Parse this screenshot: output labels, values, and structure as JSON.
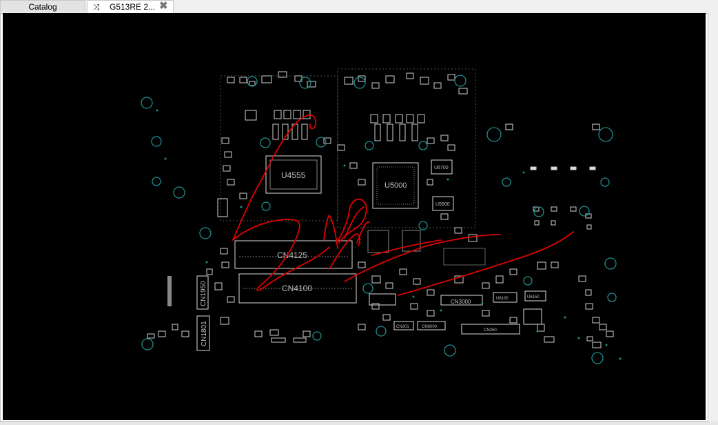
{
  "tabs": [
    {
      "label": "Catalog",
      "active": false
    },
    {
      "label": "G513RE 2...",
      "active": true,
      "icon": "shuffle-icon",
      "close_icon": "close-icon"
    }
  ],
  "board_labels": {
    "u4555": "U4555",
    "u5000": "U5000",
    "u6700": "U6700",
    "u5800": "U5800",
    "cn4125": "CN4125",
    "cn4100": "CN4100",
    "cn1950": "CN1950",
    "cn1801": "CN1801",
    "cn3000": "CN3000",
    "cn250": "CN250",
    "cn6000": "CN6000",
    "cn301": "CN301",
    "u6150": "U6150",
    "u6100": "U6100"
  },
  "colors": {
    "board_bg": "#000000",
    "outline": "#dcdcdc",
    "via": "#1f8f8f",
    "annotation": "#e00000"
  }
}
